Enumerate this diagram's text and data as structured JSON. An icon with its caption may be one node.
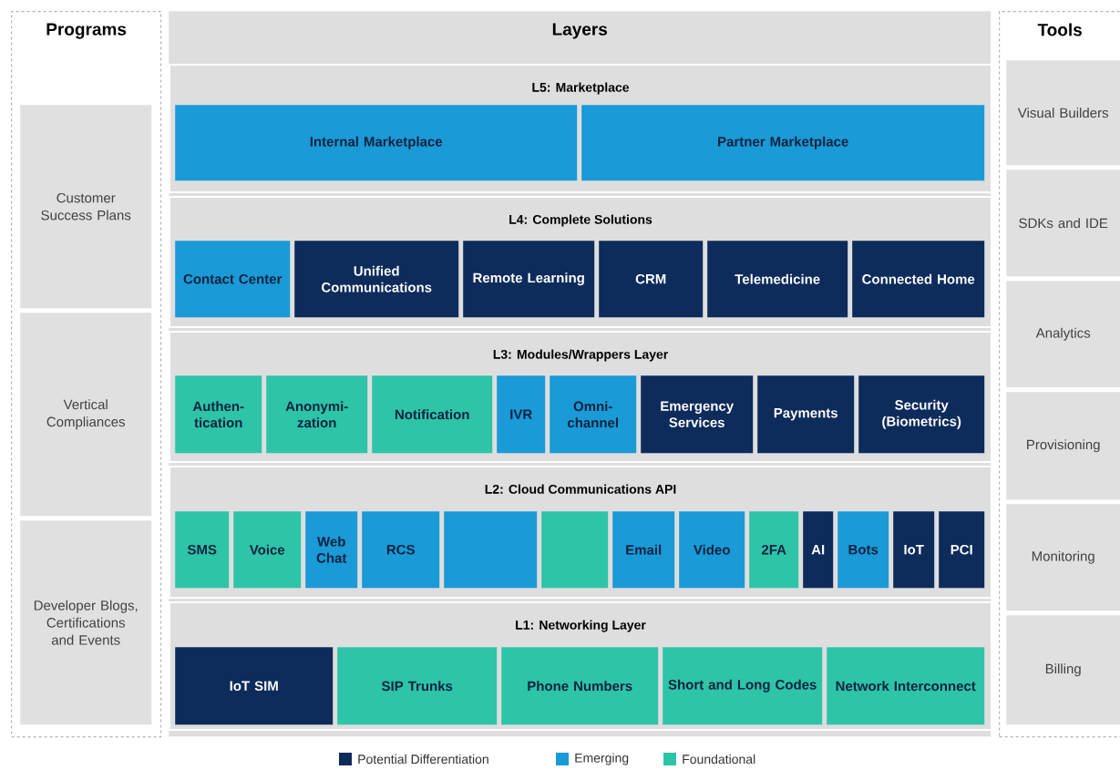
{
  "diagram": {
    "nodes": [
      {
        "text": [
          "Programs"
        ]
      },
      {
        "text": [
          "Customer Success Plans"
        ],
        "in": 0
      },
      {
        "text": [
          "Vertical Compliances"
        ],
        "in": 0
      },
      {
        "text": [
          "Developer Blogs, Certifications and Events"
        ],
        "in": 0
      },
      {
        "text": [
          "Layers"
        ]
      },
      {
        "text": [
          "L5: Marketplace"
        ],
        "in": 4
      },
      {
        "text": [
          "Internal Marketplace"
        ],
        "in": 5
      },
      {
        "text": [
          "Partner Marketplace"
        ],
        "in": 5
      },
      {
        "text": [
          "L4: Complete Solutions"
        ],
        "in": 4
      },
      {
        "text": [
          "Contact Center"
        ],
        "in": 8
      },
      {
        "text": [
          "Unified Communications"
        ],
        "in": 8
      },
      {
        "text": [
          "Remote Learning"
        ],
        "in": 8
      },
      {
        "text": [
          "CRM"
        ],
        "in": 8
      },
      {
        "text": [
          "Telemedicine"
        ],
        "in": 8
      },
      {
        "text": [
          "Connected Home"
        ],
        "in": 8
      },
      {
        "text": [
          "L3: Modules/Wrappers Layer"
        ],
        "in": 4
      },
      {
        "text": [
          "Authen-tication"
        ],
        "in": 15
      },
      {
        "text": [
          "Anonymi-zation"
        ],
        "in": 15
      },
      {
        "text": [
          "Notification"
        ],
        "in": 15
      },
      {
        "text": [
          "IVR"
        ],
        "in": 15
      },
      {
        "text": [
          "Omni-channel"
        ],
        "in": 15
      },
      {
        "text": [
          "Emergency Services"
        ],
        "in": 15
      },
      {
        "text": [
          "Payments"
        ],
        "in": 15
      },
      {
        "text": [
          "Security (Biometrics)"
        ],
        "in": 15
      },
      {
        "text": [
          "L2: Cloud Communications API"
        ],
        "in": 4
      },
      {
        "text": [
          "SMS"
        ],
        "in": 24
      },
      {
        "text": [
          "Voice"
        ],
        "in": 24
      },
      {
        "text": [
          "Web Chat"
        ],
        "in": 24
      },
      {
        "text": [
          "RCS"
        ],
        "in": 24
      },
      {
        "text": [],
        "shape": "box",
        "in": 24
      },
      {
        "text": [],
        "shape": "box",
        "in": 24
      },
      {
        "text": [
          "Email"
        ],
        "in": 24
      },
      {
        "text": [
          "Video"
        ],
        "in": 24
      },
      {
        "text": [
          "2FA"
        ],
        "in": 24
      },
      {
        "text": [
          "AI"
        ],
        "in": 24
      },
      {
        "text": [
          "Bots"
        ],
        "in": 24
      },
      {
        "text": [
          "IoT"
        ],
        "in": 24
      },
      {
        "text": [
          "PCI"
        ],
        "in": 24
      },
      {
        "text": [
          "L1: Networking Layer"
        ],
        "in": 4
      },
      {
        "text": [
          "IoT SIM"
        ],
        "in": 38
      },
      {
        "text": [
          "SIP Trunks"
        ],
        "in": 38
      },
      {
        "text": [
          "Phone Numbers"
        ],
        "in": 38
      },
      {
        "text": [
          "Short and Long Codes"
        ],
        "in": 38
      },
      {
        "text": [
          "Network Interconnect"
        ],
        "in": 38
      },
      {
        "text": [
          "Tools"
        ]
      },
      {
        "text": [
          "Visual Builders"
        ],
        "in": 44
      },
      {
        "text": [
          "SDKs and IDE"
        ],
        "in": 44
      },
      {
        "text": [
          "Analytics"
        ],
        "in": 44
      },
      {
        "text": [
          "Provisioning"
        ],
        "in": 44
      },
      {
        "text": [
          "Monitoring"
        ],
        "in": 44
      },
      {
        "text": [
          "Billing"
        ],
        "in": 44
      }
    ],
    "legend": [
      {
        "text": "Potential Differentiation",
        "color": "#0d2b5b"
      },
      {
        "text": "Emerging",
        "color": "#1a9ad6"
      },
      {
        "text": "Foundational",
        "color": "#2dc4a8"
      }
    ]
  }
}
